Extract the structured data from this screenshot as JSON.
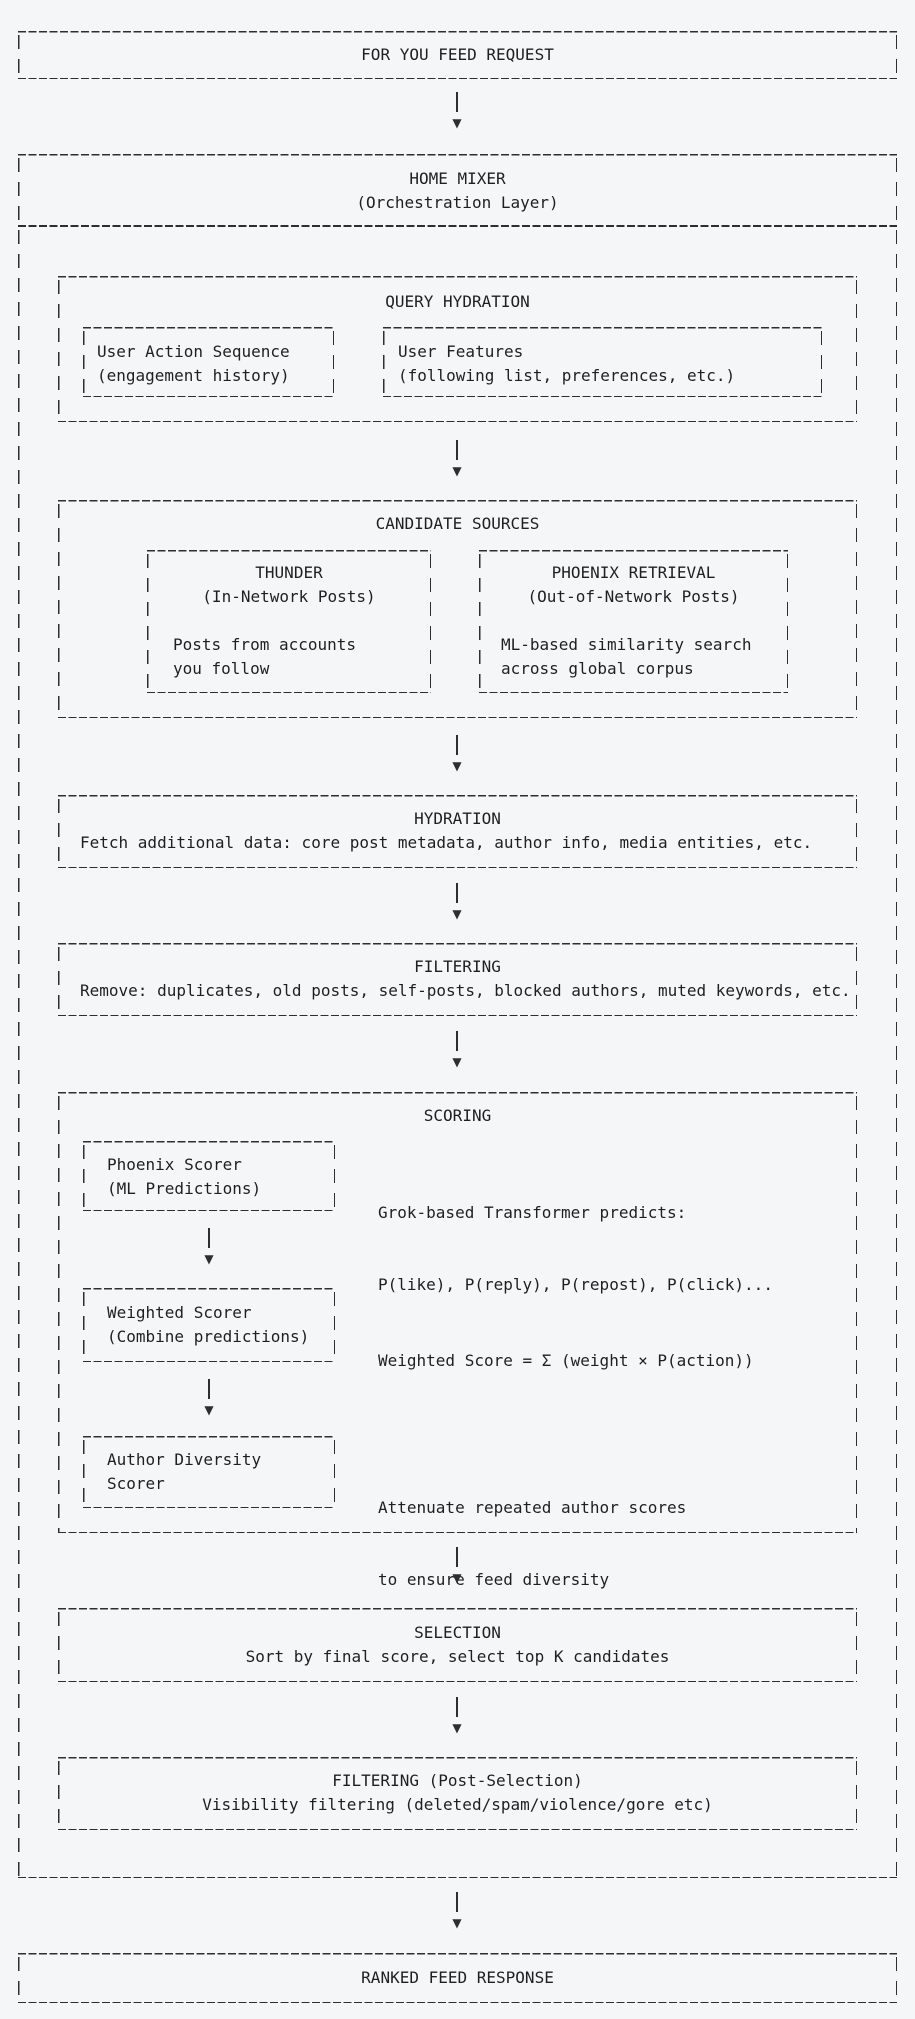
{
  "glyphs": {
    "arrow_down": "▼"
  },
  "colors": {
    "background": "#f5f6f8",
    "ink": "#2e2e2e"
  },
  "request": {
    "title": "FOR YOU FEED REQUEST"
  },
  "home_mixer": {
    "title": "HOME MIXER",
    "subtitle": "(Orchestration Layer)"
  },
  "query_hydration": {
    "title": "QUERY HYDRATION",
    "user_action_sequence": {
      "line1": "User Action Sequence",
      "line2": "(engagement history)"
    },
    "user_features": {
      "line1": "User Features",
      "line2": "(following list, preferences, etc.)"
    }
  },
  "candidate_sources": {
    "title": "CANDIDATE SOURCES",
    "thunder": {
      "title": "THUNDER",
      "subtitle": "(In-Network Posts)",
      "desc1": "Posts from accounts",
      "desc2": "you follow"
    },
    "phoenix_retrieval": {
      "title": "PHOENIX RETRIEVAL",
      "subtitle": "(Out-of-Network Posts)",
      "desc1": "ML-based similarity search",
      "desc2": "across global corpus"
    }
  },
  "hydration": {
    "title": "HYDRATION",
    "desc": "Fetch additional data: core post metadata, author info, media entities, etc."
  },
  "filtering": {
    "title": "FILTERING",
    "desc": "Remove: duplicates, old posts, self-posts, blocked authors, muted keywords, etc."
  },
  "scoring": {
    "title": "SCORING",
    "phoenix_scorer": {
      "line1": "Phoenix Scorer",
      "line2": "(ML Predictions)",
      "note1": "Grok-based Transformer predicts:",
      "note2": "P(like), P(reply), P(repost), P(click)..."
    },
    "weighted_scorer": {
      "line1": "Weighted Scorer",
      "line2": "(Combine predictions)",
      "note1": "Weighted Score = Σ (weight × P(action))"
    },
    "author_diversity_scorer": {
      "line1": "Author Diversity",
      "line2": "Scorer",
      "note1": "Attenuate repeated author scores",
      "note2": "to ensure feed diversity"
    }
  },
  "selection": {
    "title": "SELECTION",
    "desc": "Sort by final score, select top K candidates"
  },
  "post_selection_filtering": {
    "title": "FILTERING (Post-Selection)",
    "desc": "Visibility filtering (deleted/spam/violence/gore etc)"
  },
  "response": {
    "title": "RANKED FEED RESPONSE"
  }
}
